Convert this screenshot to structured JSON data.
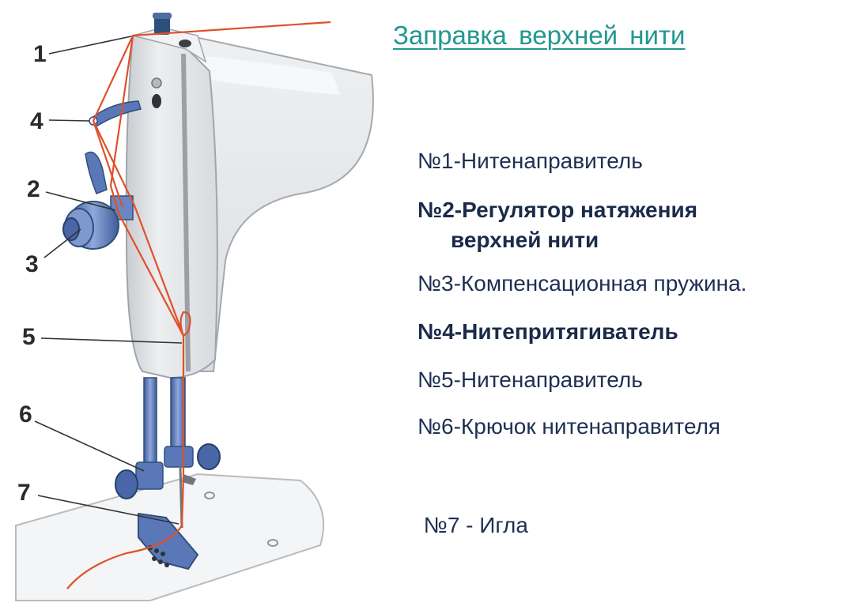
{
  "title": "Заправка  верхней  нити",
  "callouts": [
    "1",
    "4",
    "2",
    "3",
    "5",
    "6",
    "7"
  ],
  "legend": [
    {
      "lines": [
        "№1-Нитенаправитель"
      ],
      "bold": false
    },
    {
      "lines": [
        "№2-Регулятор  натяжения",
        "верхней нити"
      ],
      "bold": true
    },
    {
      "lines": [
        "№3-Компенсационная пружина."
      ],
      "bold": false
    },
    {
      "lines": [
        "№4-Нитепритягиватель"
      ],
      "bold": true
    },
    {
      "lines": [
        "№5-Нитенаправитель"
      ],
      "bold": false
    },
    {
      "lines": [
        "№6-Крючок  нитенаправителя"
      ],
      "bold": false
    },
    {
      "lines": [
        " №7 - Игла"
      ],
      "bold": false
    }
  ],
  "colors": {
    "title": "#21988f",
    "legend_text": "#1e2f52",
    "machine_body": "#e2e4e6",
    "machine_outline": "#9aa0a6",
    "metal_blue": "#5a78b8",
    "thread": "#e0502a"
  }
}
